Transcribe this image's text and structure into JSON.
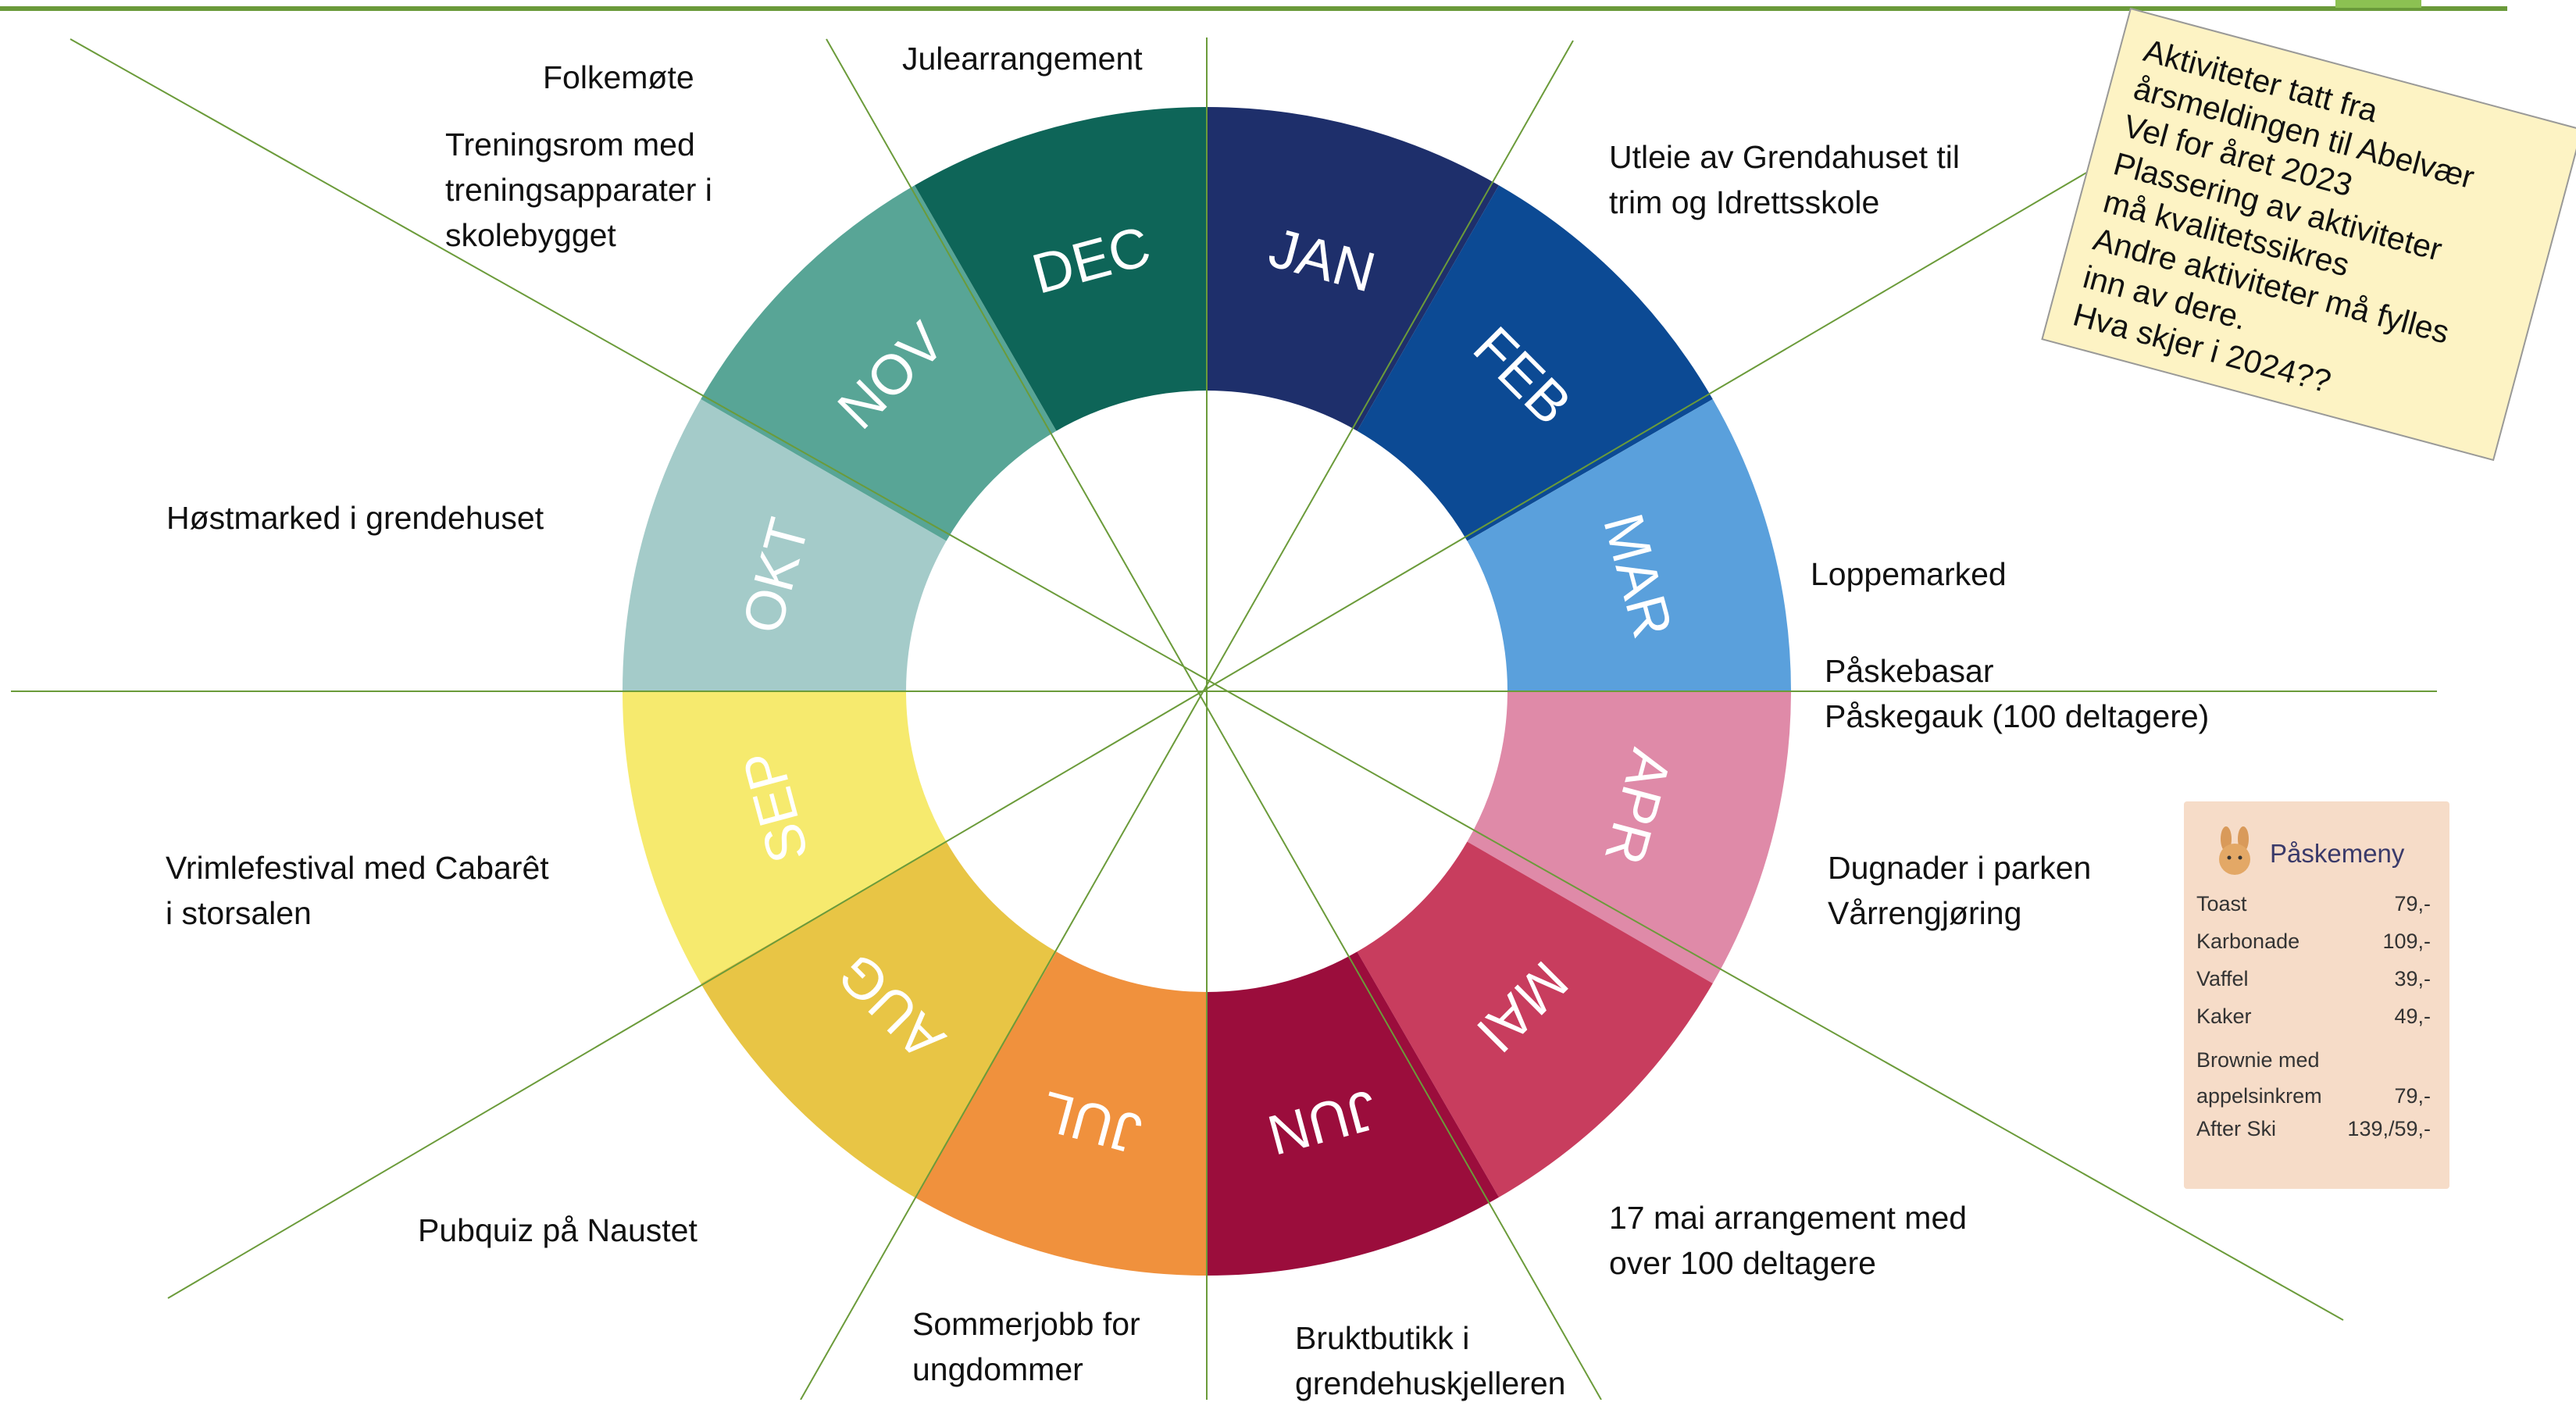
{
  "months": [
    "JAN",
    "FEB",
    "MAR",
    "APR",
    "MAI",
    "JUN",
    "JUL",
    "AUG",
    "SEP",
    "OKT",
    "NOV",
    "DEC"
  ],
  "month_colors": [
    "#1e2f6b",
    "#0c4a94",
    "#5aa0dc",
    "#df8aa8",
    "#c83d5e",
    "#9b0d3c",
    "#f0913d",
    "#e8c545",
    "#f6ea6e",
    "#a4cbc9",
    "#58a596",
    "#0e6558"
  ],
  "labels": {
    "julearrangement": "Julearrangement",
    "folkemote": "Folkemøte",
    "treningsrom": "Treningsrom med\ntreningsapparater i\nskolebygget",
    "utleie": "Utleie av Grendahuset til\ntrim og Idrettsskole",
    "hostmarked": "Høstmarked i grendehuset",
    "loppemarked": "Loppemarked",
    "paske": "Påskebasar\nPåskegauk (100 deltagere)",
    "vrimle": "Vrimlefestival med Cabarêt\ni storsalen",
    "dugnader": "Dugnader i parken\nVårrengjøring",
    "pubquiz": "Pubquiz på Naustet",
    "sytten": "17 mai arrangement med\nover 100 deltagere",
    "sommerjobb": "Sommerjobb for\nungdommer",
    "bruktbutikk": "Bruktbutikk i\ngrendehuskjelleren"
  },
  "note_lines": [
    "Aktiviteter tatt fra",
    "årsmeldingen til Abelvær",
    "Vel for året 2023",
    "Plassering av aktiviteter",
    "må kvalitetssikres",
    "Andre aktiviteter må fylles",
    "inn av dere.",
    "Hva skjer i 2024??"
  ],
  "menu": {
    "title": "Påskemeny",
    "items": [
      {
        "name": "Toast",
        "price": "79,-"
      },
      {
        "name": "Karbonade",
        "price": "109,-"
      },
      {
        "name": "Vaffel",
        "price": "39,-"
      },
      {
        "name": "Kaker",
        "price": "49,-"
      },
      {
        "name": "Brownie med\nappelsinkrem",
        "price": "79,-"
      },
      {
        "name": "After Ski",
        "price": "139,/59,-"
      }
    ]
  },
  "icons": {
    "menu_logo": "bunny-icon"
  }
}
